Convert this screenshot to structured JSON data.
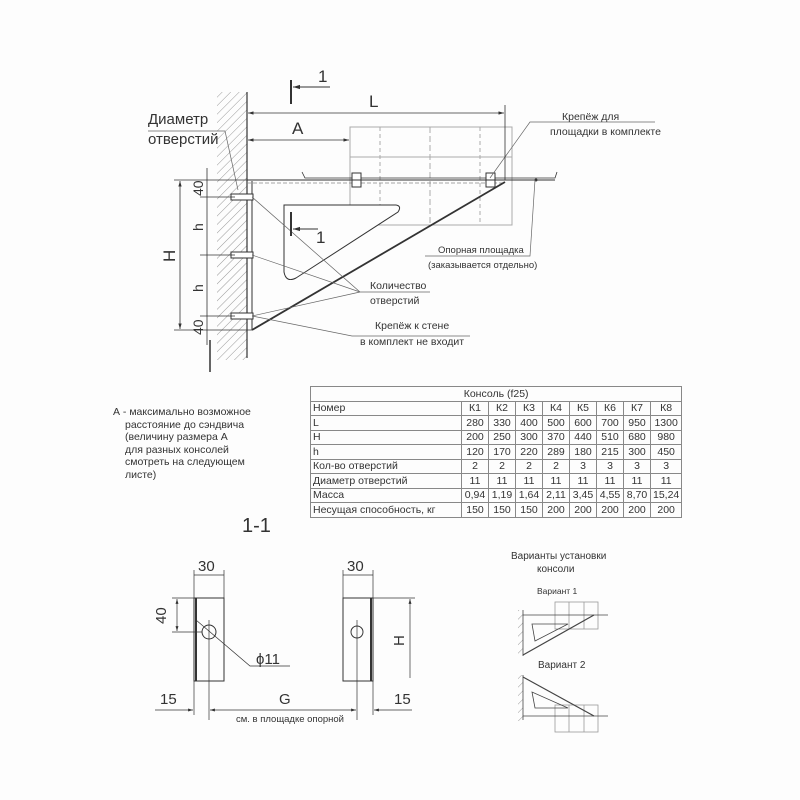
{
  "main_view": {
    "section_mark": "1",
    "dim_L": "L",
    "dim_A": "A",
    "dim_H": "H",
    "dim_40_top": "40",
    "dim_h_1": "h",
    "dim_h_2": "h",
    "dim_40_bottom": "40",
    "label_hole_diameter": [
      "Диаметр",
      "отверстий"
    ],
    "label_platform_fasteners": [
      "Крепёж для",
      "площадки в комплекте"
    ],
    "label_support_platform": [
      "Опорная площадка",
      "(заказывается отдельно)"
    ],
    "label_hole_count": [
      "Количество",
      "отверстий"
    ],
    "label_wall_fasteners": [
      "Крепёж к стене",
      "в комплект не входит"
    ]
  },
  "note": [
    "А - максимально возможное",
    "расстояние до сэндвича",
    "(величину размера А",
    "для разных консолей",
    "смотреть на следующем",
    "листе)"
  ],
  "table": {
    "title": "Консоль (f25)",
    "header_label": "Номер",
    "columns": [
      "К1",
      "К2",
      "К3",
      "К4",
      "К5",
      "К6",
      "К7",
      "К8"
    ],
    "rows": [
      {
        "label": "L",
        "values": [
          "280",
          "330",
          "400",
          "500",
          "600",
          "700",
          "950",
          "1300"
        ]
      },
      {
        "label": "H",
        "values": [
          "200",
          "250",
          "300",
          "370",
          "440",
          "510",
          "680",
          "980"
        ]
      },
      {
        "label": "h",
        "values": [
          "120",
          "170",
          "220",
          "289",
          "180",
          "215",
          "300",
          "450"
        ]
      },
      {
        "label": "Кол-во отверстий",
        "values": [
          "2",
          "2",
          "2",
          "2",
          "3",
          "3",
          "3",
          "3"
        ]
      },
      {
        "label": "Диаметр отверстий",
        "values": [
          "11",
          "11",
          "11",
          "11",
          "11",
          "11",
          "11",
          "11"
        ]
      },
      {
        "label": "Масса",
        "values": [
          "0,94",
          "1,19",
          "1,64",
          "2,11",
          "3,45",
          "4,55",
          "8,70",
          "15,24"
        ]
      },
      {
        "label": "Несущая способность, кг",
        "values": [
          "150",
          "150",
          "150",
          "200",
          "200",
          "200",
          "200",
          "200"
        ]
      }
    ]
  },
  "section_view": {
    "title": "1-1",
    "dim_30_left": "30",
    "dim_30_right": "30",
    "dim_40": "40",
    "dim_hole": "ϕ11",
    "dim_H": "H",
    "dim_15_left": "15",
    "dim_G": "G",
    "dim_15_right": "15",
    "note_G": "см. в площадке опорной"
  },
  "variants": {
    "title": [
      "Варианты установки",
      "консоли"
    ],
    "variant1": "Вариант 1",
    "variant2": "Вариант 2"
  }
}
